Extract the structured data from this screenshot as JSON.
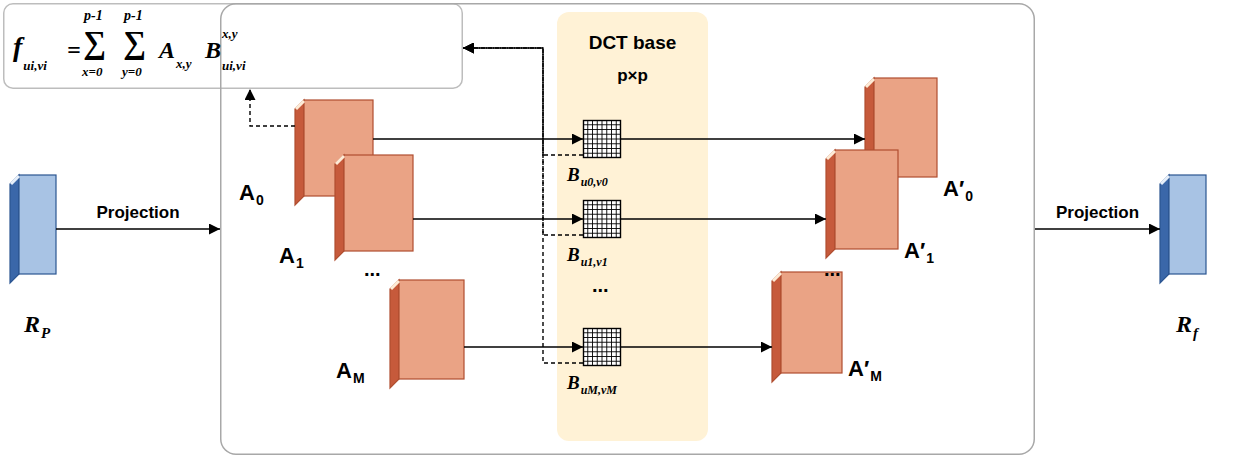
{
  "diagram": {
    "nodes": [
      {
        "text": [
          "f",
          "ui,vi",
          "=",
          "p-1",
          "∑",
          "x=0",
          "p-1",
          "∑",
          "y=0",
          "A",
          "x,y",
          "B",
          "x,y",
          "ui,vi"
        ]
      },
      {
        "text": [
          "R",
          "P"
        ]
      },
      {
        "text": []
      },
      {
        "text": [
          "A",
          "0"
        ],
        "in": 2
      },
      {
        "text": [
          "A",
          "1"
        ],
        "in": 2
      },
      {
        "text": [
          "A",
          "M"
        ],
        "in": 2
      },
      {
        "text": [
          "DCT base",
          "p×p"
        ],
        "in": 2
      },
      {
        "text": [
          "B",
          "u0,v0"
        ],
        "in": 6
      },
      {
        "text": [
          "B",
          "u1,v1"
        ],
        "in": 6
      },
      {
        "text": [
          "B",
          "uM,vM"
        ],
        "in": 6
      },
      {
        "text": [
          "A′",
          "0"
        ],
        "in": 2
      },
      {
        "text": [
          "A′",
          "1"
        ],
        "in": 2
      },
      {
        "text": [
          "A′",
          "M"
        ],
        "in": 2
      },
      {
        "text": [
          "R",
          "f"
        ]
      }
    ],
    "edges": [
      {
        "from": 1,
        "to": 2,
        "arrow": "to",
        "label": "Projection"
      },
      {
        "from": 3,
        "to": 7,
        "arrow": "to"
      },
      {
        "from": 4,
        "to": 8,
        "arrow": "to"
      },
      {
        "from": 5,
        "to": 9,
        "arrow": "to"
      },
      {
        "from": 7,
        "to": 10,
        "arrow": "to"
      },
      {
        "from": 8,
        "to": 11,
        "arrow": "to"
      },
      {
        "from": 9,
        "to": 12,
        "arrow": "to"
      },
      {
        "from": 2,
        "to": 13,
        "arrow": "to",
        "label": "Projection"
      },
      {
        "from": 3,
        "to": 0,
        "arrow": "to"
      },
      {
        "from": 7,
        "to": 0,
        "arrow": "to"
      },
      {
        "from": 8,
        "to": 0,
        "arrow": "to"
      },
      {
        "from": 9,
        "to": 0,
        "arrow": "to"
      }
    ],
    "labels": [
      "...",
      "...",
      "..."
    ]
  }
}
